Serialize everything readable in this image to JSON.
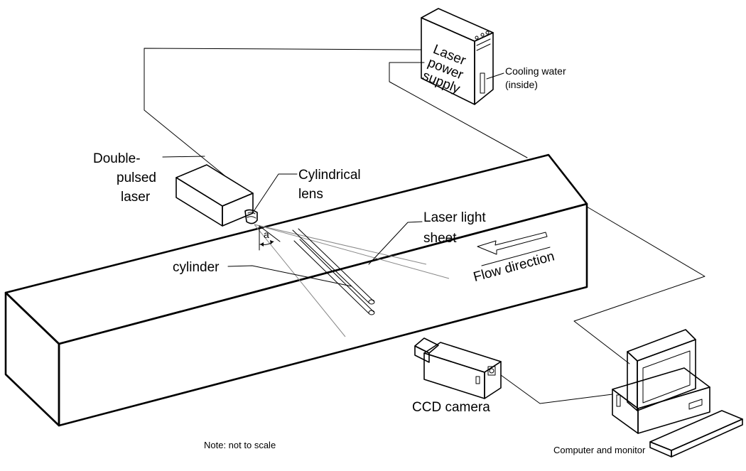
{
  "labels": {
    "laser_power_supply": [
      "Laser",
      "power",
      "supply"
    ],
    "cooling_water": [
      "Cooling water",
      "(inside)"
    ],
    "double_pulsed_laser": [
      "Double-",
      "pulsed",
      "laser"
    ],
    "cylindrical_lens": [
      "Cylindrical",
      "lens"
    ],
    "laser_light_sheet": [
      "Laser light",
      "sheet"
    ],
    "flow_direction": "Flow direction",
    "cylinder": "cylinder",
    "angle": "a",
    "ccd_camera": "CCD camera",
    "computer_and_monitor": "Computer and monitor",
    "note": "Note: not to scale"
  }
}
